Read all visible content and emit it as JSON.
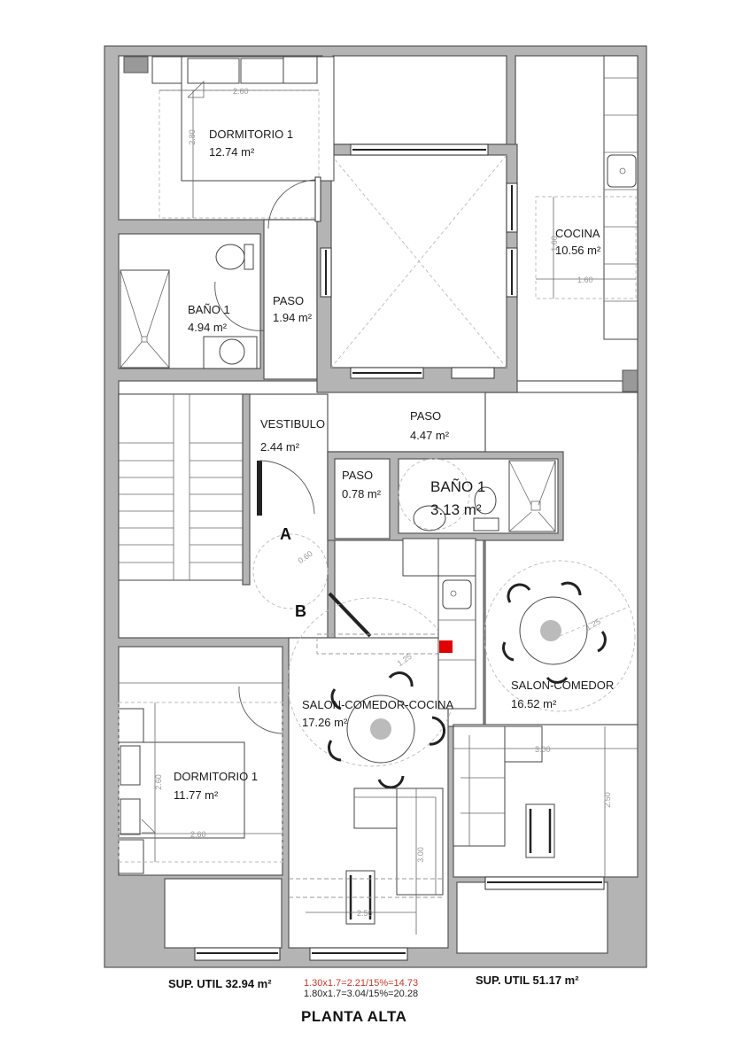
{
  "title": "PLANTA ALTA",
  "colors": {
    "wall": "#b4b4b4",
    "outline": "#555555",
    "marker": "#e00000",
    "calc_highlight": "#c0392b",
    "text": "#1a1a1a",
    "dimension": "#999999"
  },
  "rooms": [
    {
      "id": "dormitorio-1-top",
      "name": "DORMITORIO 1",
      "area": "12.74 m²"
    },
    {
      "id": "bano-1-top",
      "name": "BAÑO 1",
      "area": "4.94 m²"
    },
    {
      "id": "paso-top",
      "name": "PASO",
      "area": "1.94 m²"
    },
    {
      "id": "cocina",
      "name": "COCINA",
      "area": "10.56 m²"
    },
    {
      "id": "vestibulo",
      "name": "VESTIBULO",
      "area": "2.44 m²"
    },
    {
      "id": "paso-center",
      "name": "PASO",
      "area": "4.47 m²"
    },
    {
      "id": "paso-small",
      "name": "PASO",
      "area": "0.78 m²"
    },
    {
      "id": "bano-1-center",
      "name": "BAÑO 1",
      "area": "3.13 m²"
    },
    {
      "id": "salon-comedor",
      "name": "SALON-COMEDOR",
      "area": "16.52 m²"
    },
    {
      "id": "salon-comedor-cocina",
      "name": "SALON-COMEDOR-COCINA",
      "area": "17.26 m²"
    },
    {
      "id": "dormitorio-1-bottom",
      "name": "DORMITORIO 1",
      "area": "11.77 m²"
    }
  ],
  "dimensions": {
    "dorm_top_width": "2.60",
    "dorm_top_depth": "2.80",
    "cocina_width": "1.60",
    "cocina_depth": "1.60",
    "turning_circle_a": "0.60",
    "turning_circle_b": "1.25",
    "salon_table_radius": "1.25",
    "salon_width": "3.00",
    "salon_depth": "2.50",
    "smc_depth": "3.00",
    "smc_width": "2.50",
    "dorm_bottom_depth": "2.60",
    "dorm_bottom_width": "2.60"
  },
  "markers": {
    "a": "A",
    "b": "B"
  },
  "footer": {
    "sup_util_left": "SUP. UTIL 32.94 m²",
    "sup_util_right": "SUP. UTIL 51.17 m²",
    "calc_line_1": "1.30x1.7=2.21/15%=14.73",
    "calc_line_2": "1.80x1.7=3.04/15%=20.28"
  }
}
